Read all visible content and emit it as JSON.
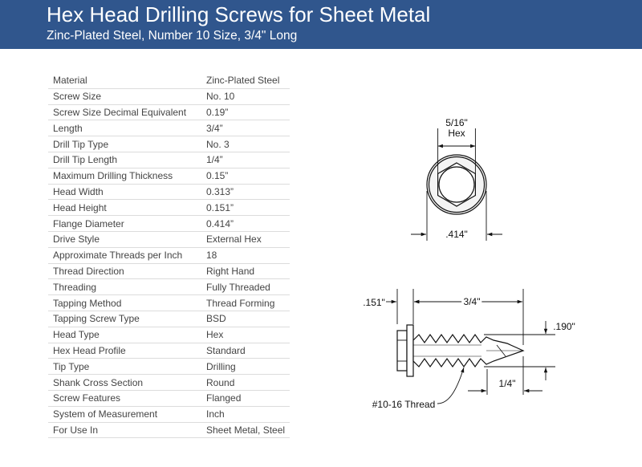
{
  "header": {
    "title": "Hex Head Drilling Screws for Sheet Metal",
    "subtitle": "Zinc-Plated Steel, Number 10 Size, 3/4\" Long"
  },
  "specs": [
    {
      "label": "Material",
      "value": "Zinc-Plated Steel"
    },
    {
      "label": "Screw Size",
      "value": "No. 10"
    },
    {
      "label": "Screw Size Decimal Equivalent",
      "value": "0.19”"
    },
    {
      "label": "Length",
      "value": "3/4”"
    },
    {
      "label": "Drill Tip Type",
      "value": "No. 3"
    },
    {
      "label": "Drill Tip Length",
      "value": "1/4”"
    },
    {
      "label": "Maximum Drilling Thickness",
      "value": "0.15”"
    },
    {
      "label": "Head Width",
      "value": "0.313”"
    },
    {
      "label": "Head Height",
      "value": "0.151”"
    },
    {
      "label": "Flange Diameter",
      "value": "0.414”"
    },
    {
      "label": "Drive Style",
      "value": "External Hex"
    },
    {
      "label": "Approximate Threads per Inch",
      "value": "18"
    },
    {
      "label": "Thread Direction",
      "value": "Right Hand"
    },
    {
      "label": "Threading",
      "value": "Fully Threaded"
    },
    {
      "label": "Tapping Method",
      "value": "Thread Forming"
    },
    {
      "label": "Tapping Screw Type",
      "value": "BSD"
    },
    {
      "label": "Head Type",
      "value": "Hex"
    },
    {
      "label": "Hex Head Profile",
      "value": "Standard"
    },
    {
      "label": "Tip Type",
      "value": "Drilling"
    },
    {
      "label": "Shank Cross Section",
      "value": "Round"
    },
    {
      "label": "Screw Features",
      "value": "Flanged"
    },
    {
      "label": "System of Measurement",
      "value": "Inch"
    },
    {
      "label": "For Use In",
      "value": "Sheet Metal, Steel"
    }
  ],
  "drawing": {
    "top_view": {
      "hex_label": "5/16\"",
      "hex_sub": "Hex",
      "flange_label": ".414\""
    },
    "side_view": {
      "head_height_label": ".151\"",
      "length_label": "3/4\"",
      "diameter_label": ".190\"",
      "tip_label": "1/4\"",
      "thread_label": "#10-16 Thread"
    }
  }
}
